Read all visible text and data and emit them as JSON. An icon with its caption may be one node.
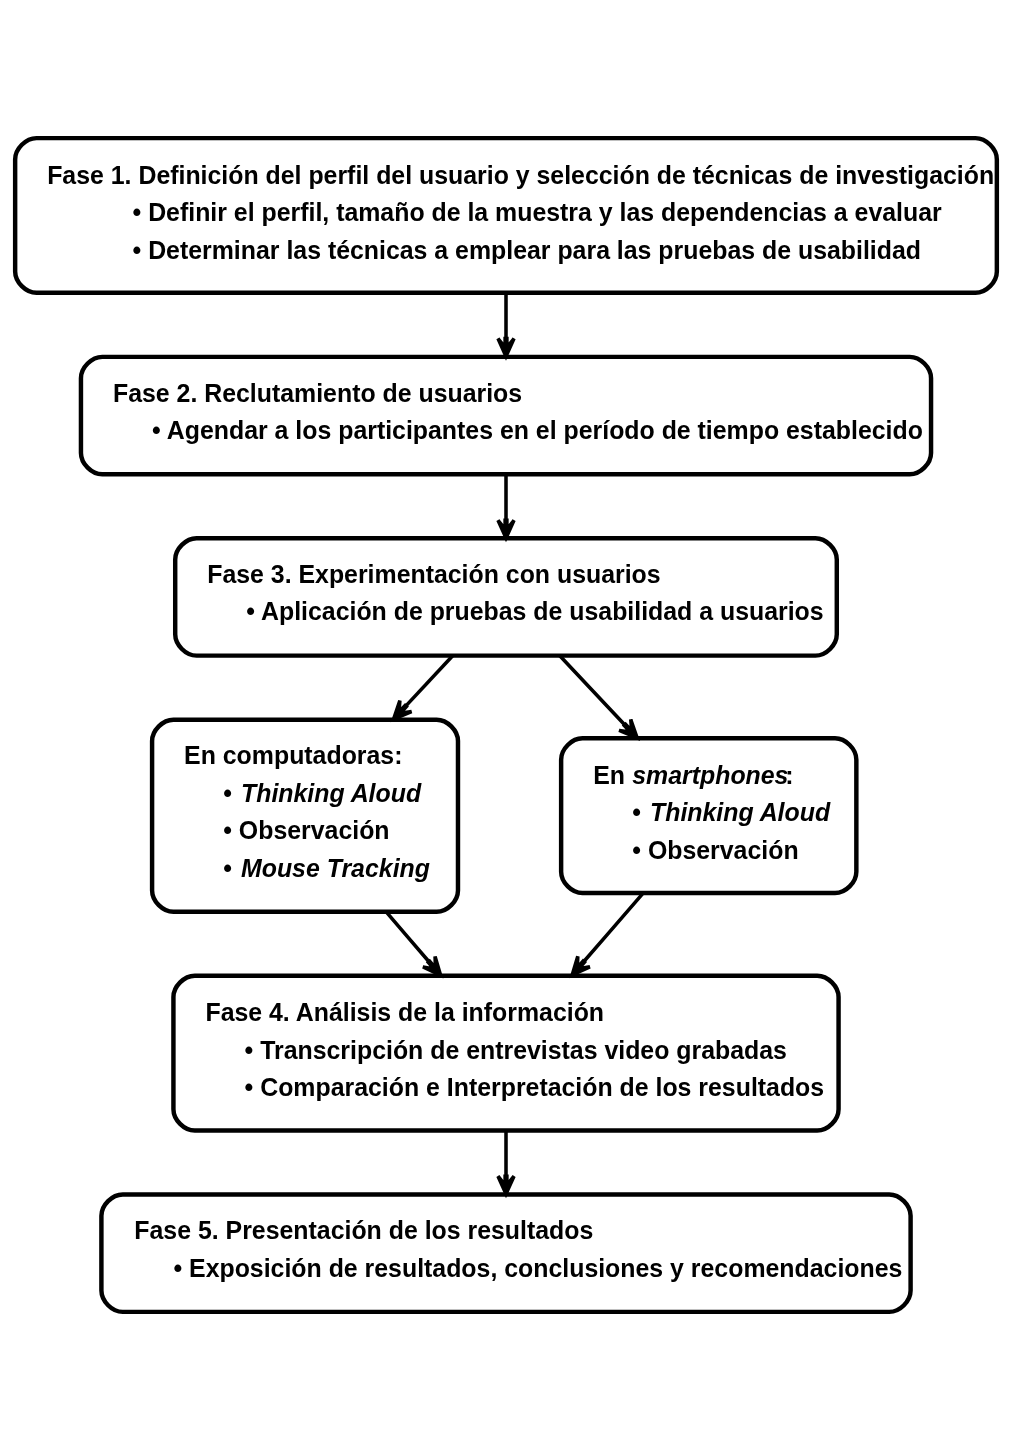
{
  "diagram": {
    "nodes": [
      {
        "text": [
          "Fase 1. Definición del perfil del usuario y selección de técnicas de investigación",
          "• Definir el perfil, tamaño de la muestra y las dependencias a evaluar",
          "• Determinar las técnicas a emplear para las pruebas de usabilidad"
        ]
      },
      {
        "text": [
          "Fase 2. Reclutamiento de usuarios",
          "• Agendar a los participantes en el período de tiempo establecido"
        ]
      },
      {
        "text": [
          "Fase 3. Experimentación con usuarios",
          "• Aplicación de pruebas de usabilidad a usuarios"
        ]
      },
      {
        "text": [
          "En computadoras:",
          "• *Thinking Aloud*",
          "• Observación",
          "• *Mouse Tracking*"
        ]
      },
      {
        "text": [
          "En *smartphones*:",
          "• *Thinking Aloud*",
          "• Observación"
        ]
      },
      {
        "text": [
          "Fase 4. Análisis de la información",
          "• Transcripción de entrevistas video grabadas",
          "• Comparación e Interpretación de los resultados"
        ]
      },
      {
        "text": [
          "Fase 5. Presentación de los resultados",
          "• Exposición de resultados, conclusiones y recomendaciones"
        ]
      }
    ],
    "edges": [
      {
        "from": 0,
        "to": 1,
        "arrow": "to"
      },
      {
        "from": 1,
        "to": 2,
        "arrow": "to"
      },
      {
        "from": 2,
        "to": 3,
        "arrow": "to"
      },
      {
        "from": 2,
        "to": 4,
        "arrow": "to"
      },
      {
        "from": 3,
        "to": 5,
        "arrow": "to"
      },
      {
        "from": 4,
        "to": 5,
        "arrow": "to"
      },
      {
        "from": 5,
        "to": 6,
        "arrow": "to"
      }
    ]
  }
}
